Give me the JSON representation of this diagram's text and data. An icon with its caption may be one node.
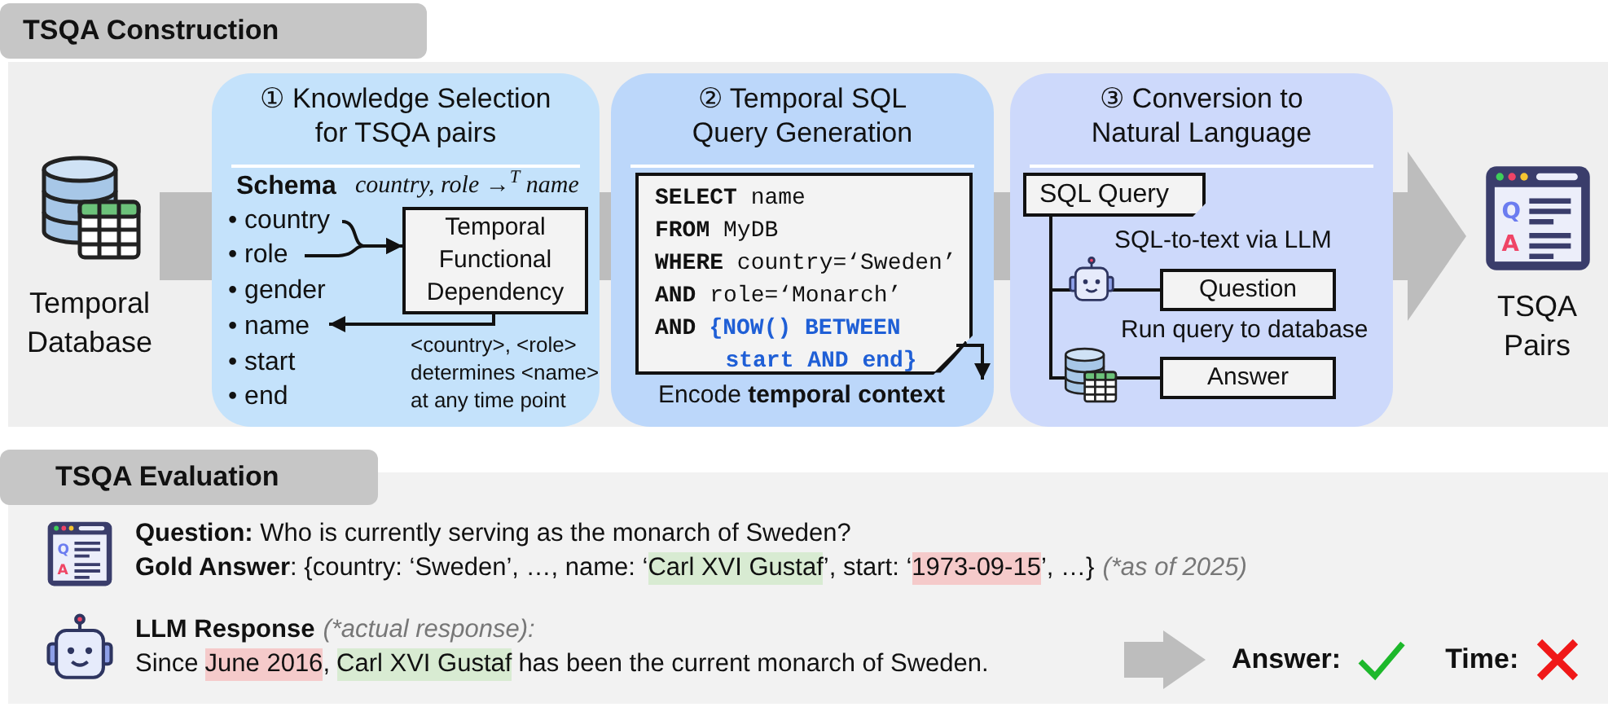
{
  "diagram": {
    "nodes": [
      {
        "text": [
          "Temporal Database"
        ]
      },
      {
        "text": [
          "① Knowledge Selection for TSQA pairs"
        ]
      },
      {
        "text": [
          "• country"
        ],
        "in": 1
      },
      {
        "text": [
          "• role"
        ],
        "in": 1
      },
      {
        "text": [
          "• gender"
        ],
        "in": 1
      },
      {
        "text": [
          "• name"
        ],
        "in": 1
      },
      {
        "text": [
          "• start"
        ],
        "in": 1
      },
      {
        "text": [
          "• end"
        ],
        "in": 1
      },
      {
        "text": [
          "Temporal Functional Dependency"
        ],
        "in": 1,
        "beside": [
          "country, role →$^{T}$ name"
        ]
      },
      {
        "text": [
          "② Temporal SQL Query Generation"
        ]
      },
      {
        "text": [
          "**SELECT** name",
          "**FROM** MyDB",
          "**WHERE** country=‘Sweden’",
          "**AND** role=‘Monarch’",
          "**AND**",
          "{NOW() BETWEEN start AND end}"
        ],
        "in": 9
      },
      {
        "text": [
          "Encode **temporal context**"
        ],
        "in": 9
      },
      {
        "text": [
          "③ Conversion to Natural Language"
        ]
      },
      {
        "text": [
          "SQL Query"
        ],
        "in": 12
      },
      {
        "text": [
          "Question"
        ],
        "in": 12
      },
      {
        "text": [
          "Answer"
        ],
        "in": 12
      },
      {
        "text": [
          "TSQA Pairs"
        ]
      },
      {
        "text": [
          "Answer:",
          "Time:"
        ]
      }
    ],
    "edges": [
      {
        "from": 0,
        "to": 1,
        "arrow": "none",
        "style": "thick",
        "color": "#bdbdbd"
      },
      {
        "from": 1,
        "to": 9,
        "arrow": "none",
        "style": "thick",
        "color": "#bdbdbd"
      },
      {
        "from": 9,
        "to": 12,
        "arrow": "none",
        "style": "thick",
        "color": "#bdbdbd"
      },
      {
        "from": 12,
        "to": 16,
        "arrow": "to",
        "style": "thick",
        "color": "#bdbdbd"
      },
      {
        "from": 2,
        "to": 8,
        "arrow": "to"
      },
      {
        "from": 3,
        "to": 8,
        "arrow": "to"
      },
      {
        "from": 8,
        "to": 5,
        "arrow": "to"
      },
      {
        "from": 10,
        "to": 11,
        "arrow": "to"
      },
      {
        "from": 13,
        "to": 14,
        "arrow": "none",
        "label": "SQL-to-text via LLM"
      },
      {
        "from": 13,
        "to": 15,
        "arrow": "none",
        "label": "Run query to database"
      },
      {
        "from": null,
        "to": 17,
        "arrow": "to",
        "style": "thick",
        "color": "#bdbdbd"
      }
    ],
    "labels": [
      "TSQA Construction",
      "Schema",
      "<country>, <role> determines <name> at any time point",
      "TSQA Evaluation",
      "**Question:** Who is currently serving as the monarch of Sweden?",
      "**Gold Answer**: {country: ‘Sweden’, …, name: ‘",
      "Carl XVI Gustaf",
      "’, start: ‘",
      "1973-09-15",
      "’, …}",
      "(*as of 2025)",
      "LLM Response",
      "(*actual response):",
      "Since",
      "June 2016",
      ",",
      "Carl XVI Gustaf",
      "has been the current monarch of Sweden.",
      "Q",
      "A",
      "Q",
      "A"
    ]
  }
}
